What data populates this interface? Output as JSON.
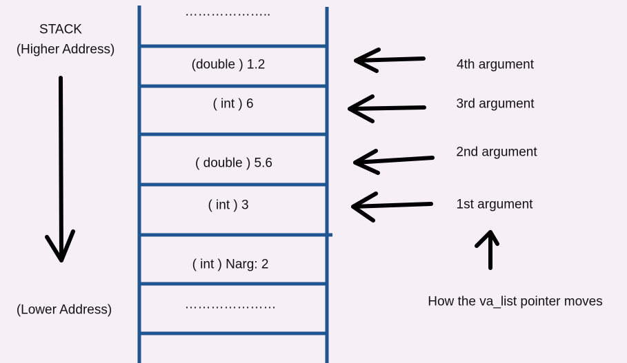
{
  "stack": {
    "title": "STACK",
    "top_label": "(Higher Address)",
    "bottom_label": "(Lower Address)",
    "cells": [
      "………………..",
      "(double ) 1.2",
      "( int ) 6",
      "( double ) 5.6",
      "( int ) 3",
      "( int ) Narg: 2",
      "…………………"
    ]
  },
  "arguments": [
    "4th argument",
    "3rd argument",
    "2nd argument",
    "1st argument"
  ],
  "pointer_caption": "How the va_list pointer moves",
  "colors": {
    "background": "#f6eff6",
    "stack_lines": "#1f5590",
    "arrows": "#000000"
  }
}
